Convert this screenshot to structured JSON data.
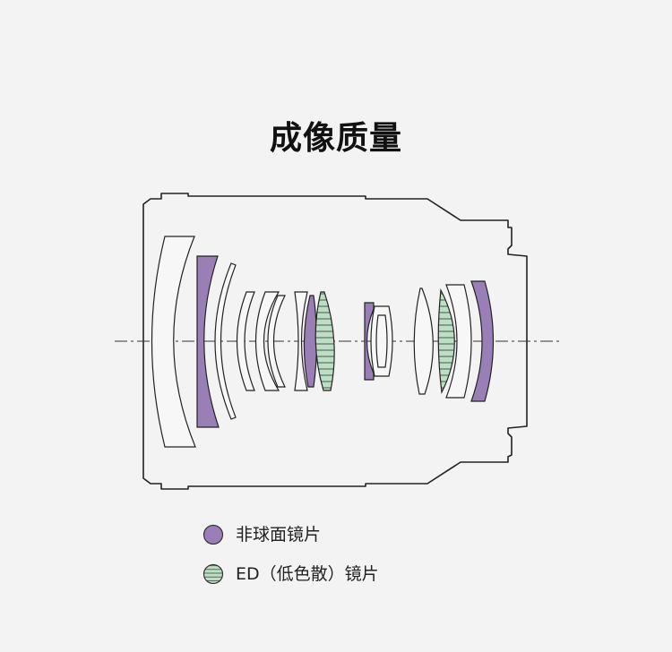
{
  "title": "成像质量",
  "legend": {
    "aspherical": {
      "label": "非球面镜片",
      "color": "#9a7fb7"
    },
    "ed": {
      "label": "ED（低色散）镜片",
      "color": "#bcdfc4"
    }
  },
  "colors": {
    "outline": "#222222",
    "background": "#f3f3f3"
  }
}
